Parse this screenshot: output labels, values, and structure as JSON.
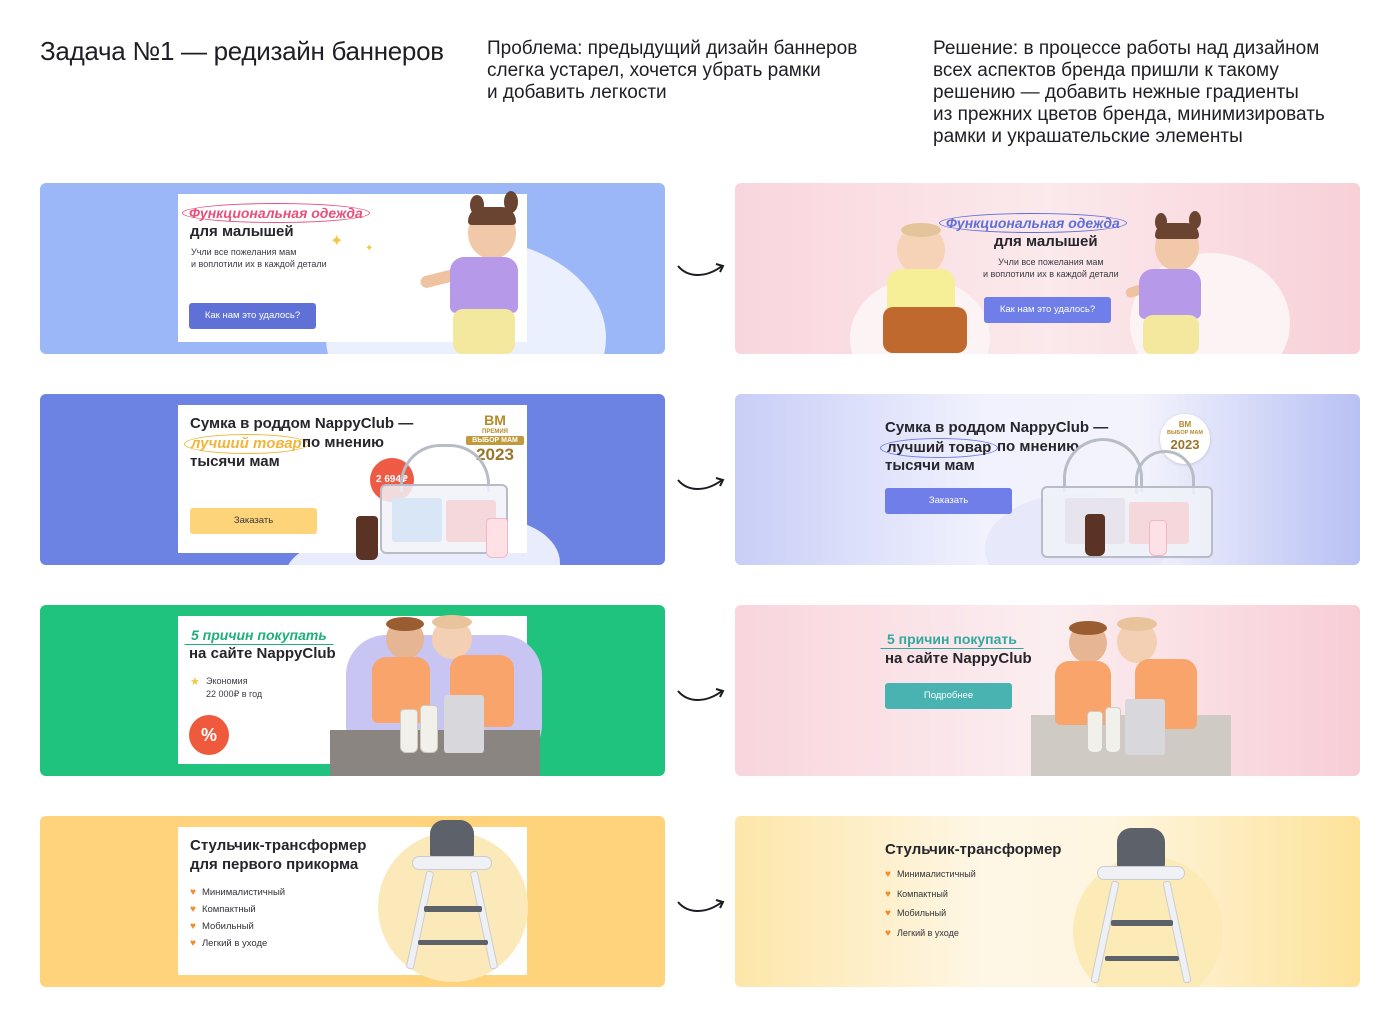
{
  "header": {
    "title": "Задача №1 — редизайн баннеров",
    "problem": "Проблема: предыдущий дизайн баннеров\nслегка устарел, хочется убрать рамки\nи добавить легкости",
    "solution": "Решение: в процессе работы над дизайном\nвсех аспектов бренда пришли к такому\nрешению — добавить нежные градиенты\nиз прежних цветов бренда, минимизировать\nрамки и украшательские элементы"
  },
  "banner1": {
    "highlight": "Функциональная одежда",
    "title": "для малышей",
    "subtitle": "Учли все пожелания мам\nи воплотили их в каждой детали",
    "button": "Как нам это удалось?"
  },
  "banner2": {
    "title_line1": "Сумка в роддом NappyClub —",
    "highlight": "лучший товар",
    "title_line2_rest": "по мнению",
    "title_line3": "тысячи мам",
    "price": "2 694₽",
    "badge_small": "ПРЕМИЯ",
    "badge_title": "ВЫБОР МАМ",
    "badge_year": "2023",
    "badge_logo": "ВМ",
    "button": "Заказать"
  },
  "banner3": {
    "highlight": "5 причин покупать",
    "title": "на сайте NappyClub",
    "economy_label": "Экономия",
    "economy_value": "22 000₽ в год",
    "button": "Подробнее",
    "discount_icon": "%"
  },
  "banner4": {
    "title_left_line1": "Стульчик-трансформер",
    "title_left_line2": "для первого прикорма",
    "title_right": "Стульчик-трансформер",
    "features": [
      "Минималистичный",
      "Компактный",
      "Мобильный",
      "Легкий в уходе"
    ]
  },
  "colors": {
    "blue_left": "#9bb7f7",
    "indigo_left": "#6c83e4",
    "green_left": "#1fc37d",
    "yellow_left": "#fed37b",
    "button_indigo": "#6f7ee8",
    "button_yellow": "#fdd47a",
    "button_teal": "#49b3b1",
    "highlight_pink": "#e84f7a"
  }
}
